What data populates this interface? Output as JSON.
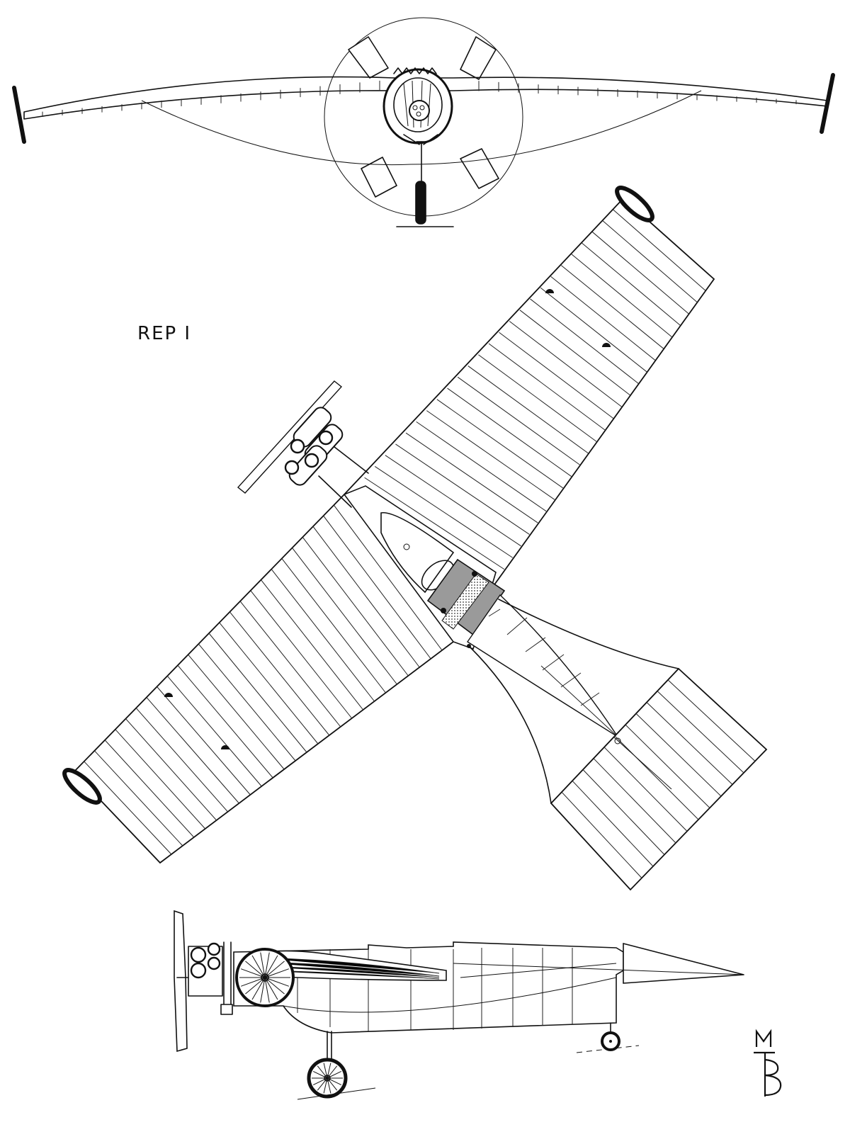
{
  "drawing": {
    "title": "REP I",
    "views": [
      "front-view",
      "plan-view",
      "side-view"
    ]
  },
  "colors": {
    "ink": "#111111",
    "paper": "#ffffff",
    "tank_fill": "#9a9a9a"
  }
}
